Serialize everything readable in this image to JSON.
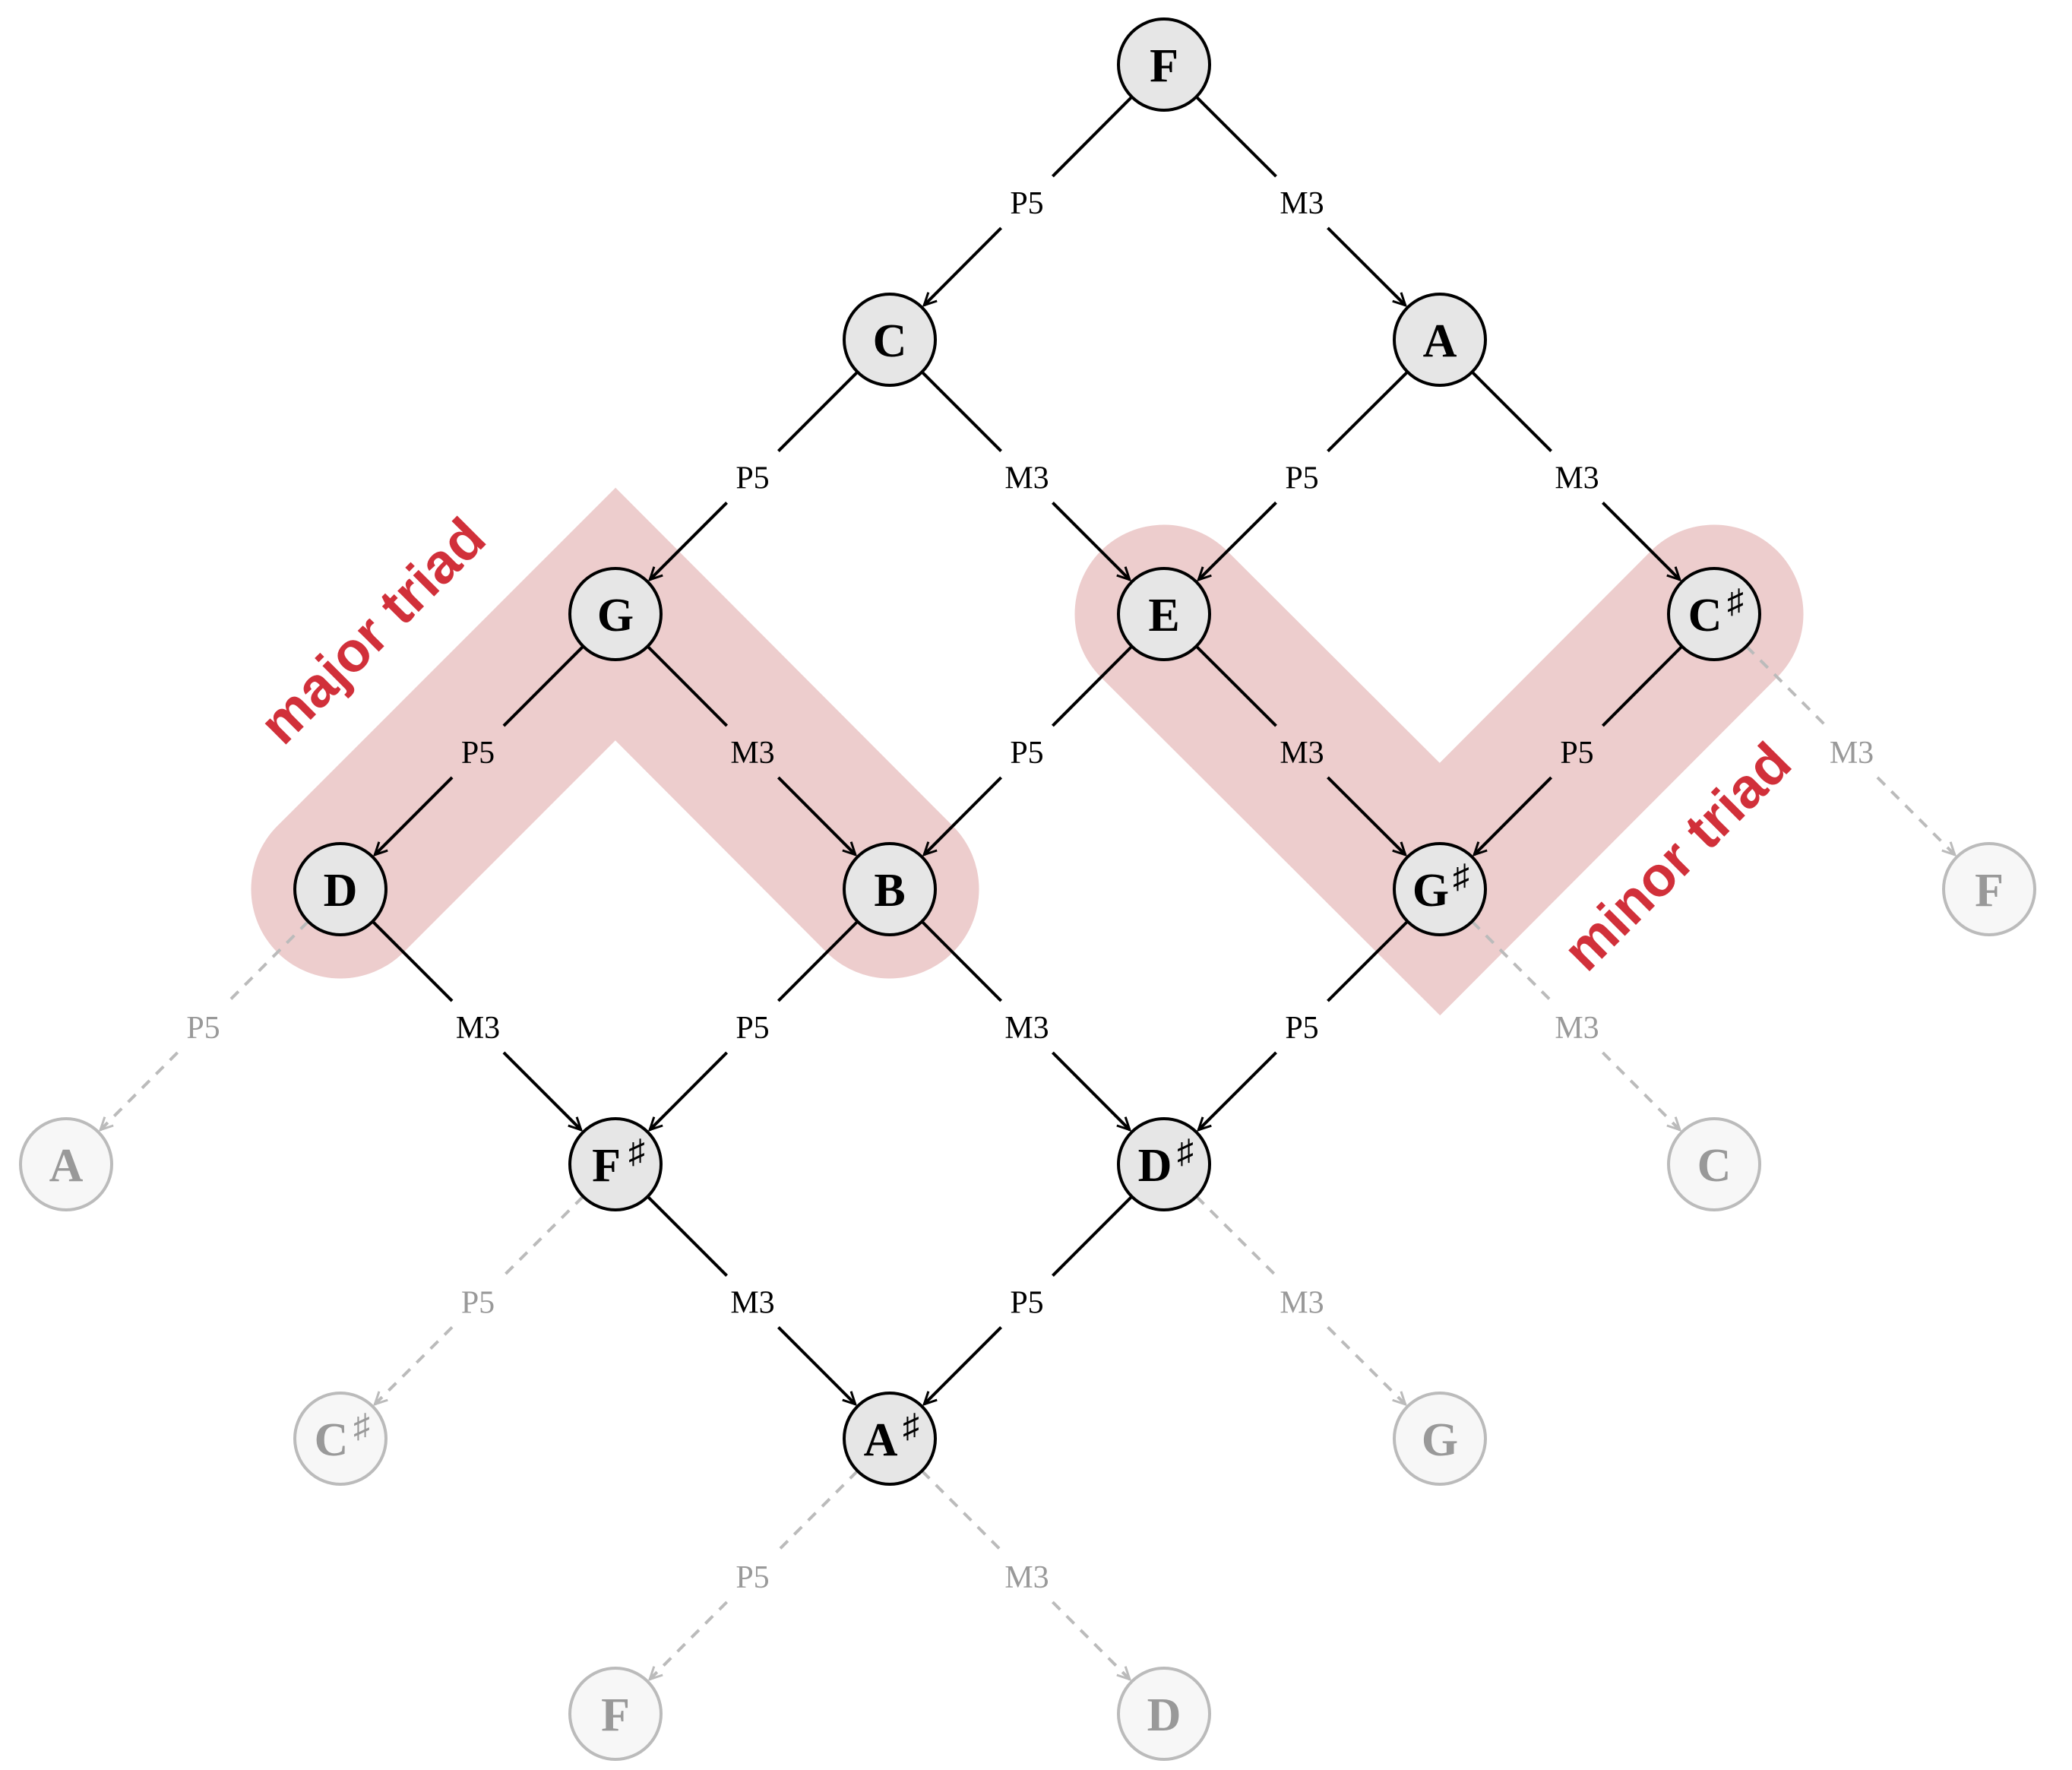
{
  "colors": {
    "node_fill": "#e6e6e6",
    "node_stroke": "#000000",
    "ghost_fill": "#f7f7f7",
    "ghost_stroke": "#bbbbbb",
    "ghost_text": "#999999",
    "edge": "#000000",
    "ghost_edge": "#bbbbbb",
    "highlight": "#edcdcd",
    "triad_label": "#d1303a"
  },
  "nodes": [
    {
      "id": "F0",
      "note": "F",
      "sharp": "",
      "ghost": false
    },
    {
      "id": "C1",
      "note": "C",
      "sharp": "",
      "ghost": false
    },
    {
      "id": "A1",
      "note": "A",
      "sharp": "",
      "ghost": false
    },
    {
      "id": "G2",
      "note": "G",
      "sharp": "",
      "ghost": false
    },
    {
      "id": "E2",
      "note": "E",
      "sharp": "",
      "ghost": false
    },
    {
      "id": "Cs2",
      "note": "C",
      "sharp": "♯",
      "ghost": false
    },
    {
      "id": "D3",
      "note": "D",
      "sharp": "",
      "ghost": false
    },
    {
      "id": "B3",
      "note": "B",
      "sharp": "",
      "ghost": false
    },
    {
      "id": "Gs3",
      "note": "G",
      "sharp": "♯",
      "ghost": false
    },
    {
      "id": "F3g",
      "note": "F",
      "sharp": "",
      "ghost": true
    },
    {
      "id": "A4g",
      "note": "A",
      "sharp": "",
      "ghost": true
    },
    {
      "id": "Fs4",
      "note": "F",
      "sharp": "♯",
      "ghost": false
    },
    {
      "id": "Ds4",
      "note": "D",
      "sharp": "♯",
      "ghost": false
    },
    {
      "id": "C4g",
      "note": "C",
      "sharp": "",
      "ghost": true
    },
    {
      "id": "Cs5g",
      "note": "C",
      "sharp": "♯",
      "ghost": true
    },
    {
      "id": "As5",
      "note": "A",
      "sharp": "♯",
      "ghost": false
    },
    {
      "id": "G5g",
      "note": "G",
      "sharp": "",
      "ghost": true
    },
    {
      "id": "F6g",
      "note": "F",
      "sharp": "",
      "ghost": true
    },
    {
      "id": "D6g",
      "note": "D",
      "sharp": "",
      "ghost": true
    }
  ],
  "edges": [
    {
      "from": "F0",
      "to": "C1",
      "label": "P5",
      "ghost": false
    },
    {
      "from": "F0",
      "to": "A1",
      "label": "M3",
      "ghost": false
    },
    {
      "from": "C1",
      "to": "G2",
      "label": "P5",
      "ghost": false
    },
    {
      "from": "C1",
      "to": "E2",
      "label": "M3",
      "ghost": false
    },
    {
      "from": "A1",
      "to": "E2",
      "label": "P5",
      "ghost": false
    },
    {
      "from": "A1",
      "to": "Cs2",
      "label": "M3",
      "ghost": false
    },
    {
      "from": "G2",
      "to": "D3",
      "label": "P5",
      "ghost": false
    },
    {
      "from": "G2",
      "to": "B3",
      "label": "M3",
      "ghost": false
    },
    {
      "from": "E2",
      "to": "B3",
      "label": "P5",
      "ghost": false
    },
    {
      "from": "E2",
      "to": "Gs3",
      "label": "M3",
      "ghost": false
    },
    {
      "from": "Cs2",
      "to": "Gs3",
      "label": "P5",
      "ghost": false
    },
    {
      "from": "Cs2",
      "to": "F3g",
      "label": "M3",
      "ghost": true
    },
    {
      "from": "D3",
      "to": "A4g",
      "label": "P5",
      "ghost": true
    },
    {
      "from": "D3",
      "to": "Fs4",
      "label": "M3",
      "ghost": false
    },
    {
      "from": "B3",
      "to": "Fs4",
      "label": "P5",
      "ghost": false
    },
    {
      "from": "B3",
      "to": "Ds4",
      "label": "M3",
      "ghost": false
    },
    {
      "from": "Gs3",
      "to": "Ds4",
      "label": "P5",
      "ghost": false
    },
    {
      "from": "Gs3",
      "to": "C4g",
      "label": "M3",
      "ghost": true
    },
    {
      "from": "Fs4",
      "to": "Cs5g",
      "label": "P5",
      "ghost": true
    },
    {
      "from": "Fs4",
      "to": "As5",
      "label": "M3",
      "ghost": false
    },
    {
      "from": "Ds4",
      "to": "As5",
      "label": "P5",
      "ghost": false
    },
    {
      "from": "Ds4",
      "to": "G5g",
      "label": "M3",
      "ghost": true
    },
    {
      "from": "As5",
      "to": "F6g",
      "label": "P5",
      "ghost": true
    },
    {
      "from": "As5",
      "to": "D6g",
      "label": "M3",
      "ghost": true
    }
  ],
  "triads": [
    {
      "label": "major triad",
      "path": [
        "D3",
        "G2",
        "B3"
      ]
    },
    {
      "label": "minor triad",
      "path": [
        "E2",
        "Gs3",
        "Cs2"
      ]
    }
  ]
}
